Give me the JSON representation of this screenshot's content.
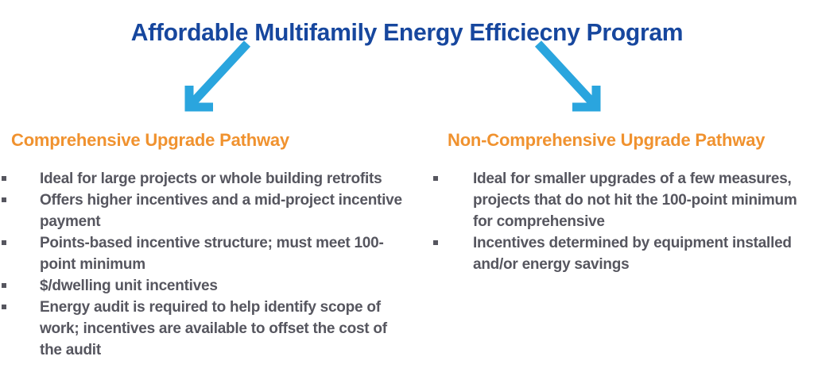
{
  "slide": {
    "background_color": "#FFFFFF",
    "title": "Affordable Multifamily Energy Efficiecny Program",
    "title_color": "#17479E"
  },
  "colors": {
    "title_navy": "#17479E",
    "heading_orange": "#F0922F",
    "body_gray": "#56565F",
    "arrow_blue": "#2AA5DE"
  },
  "arrows": [
    {
      "name": "arrow-down-left",
      "direction": "down-left",
      "color": "#2AA5DE"
    },
    {
      "name": "arrow-down-right",
      "direction": "down-right",
      "color": "#2AA5DE"
    }
  ],
  "columns": [
    {
      "heading": "Comprehensive Upgrade Pathway",
      "heading_color": "#F0922F",
      "bullets": [
        "Ideal for large projects or whole building retrofits",
        "Offers higher incentives and a mid-project incentive payment",
        "Points-based incentive structure; must meet 100-point minimum",
        "$/dwelling unit incentives",
        "Energy audit is required to help identify scope of work; incentives are available to offset the cost of the audit"
      ]
    },
    {
      "heading": "Non-Comprehensive Upgrade Pathway",
      "heading_color": "#F0922F",
      "bullets": [
        "Ideal for smaller upgrades of a few measures, projects that do not hit the 100-point minimum for comprehensive",
        "Incentives determined by equipment installed and/or energy savings"
      ]
    }
  ]
}
